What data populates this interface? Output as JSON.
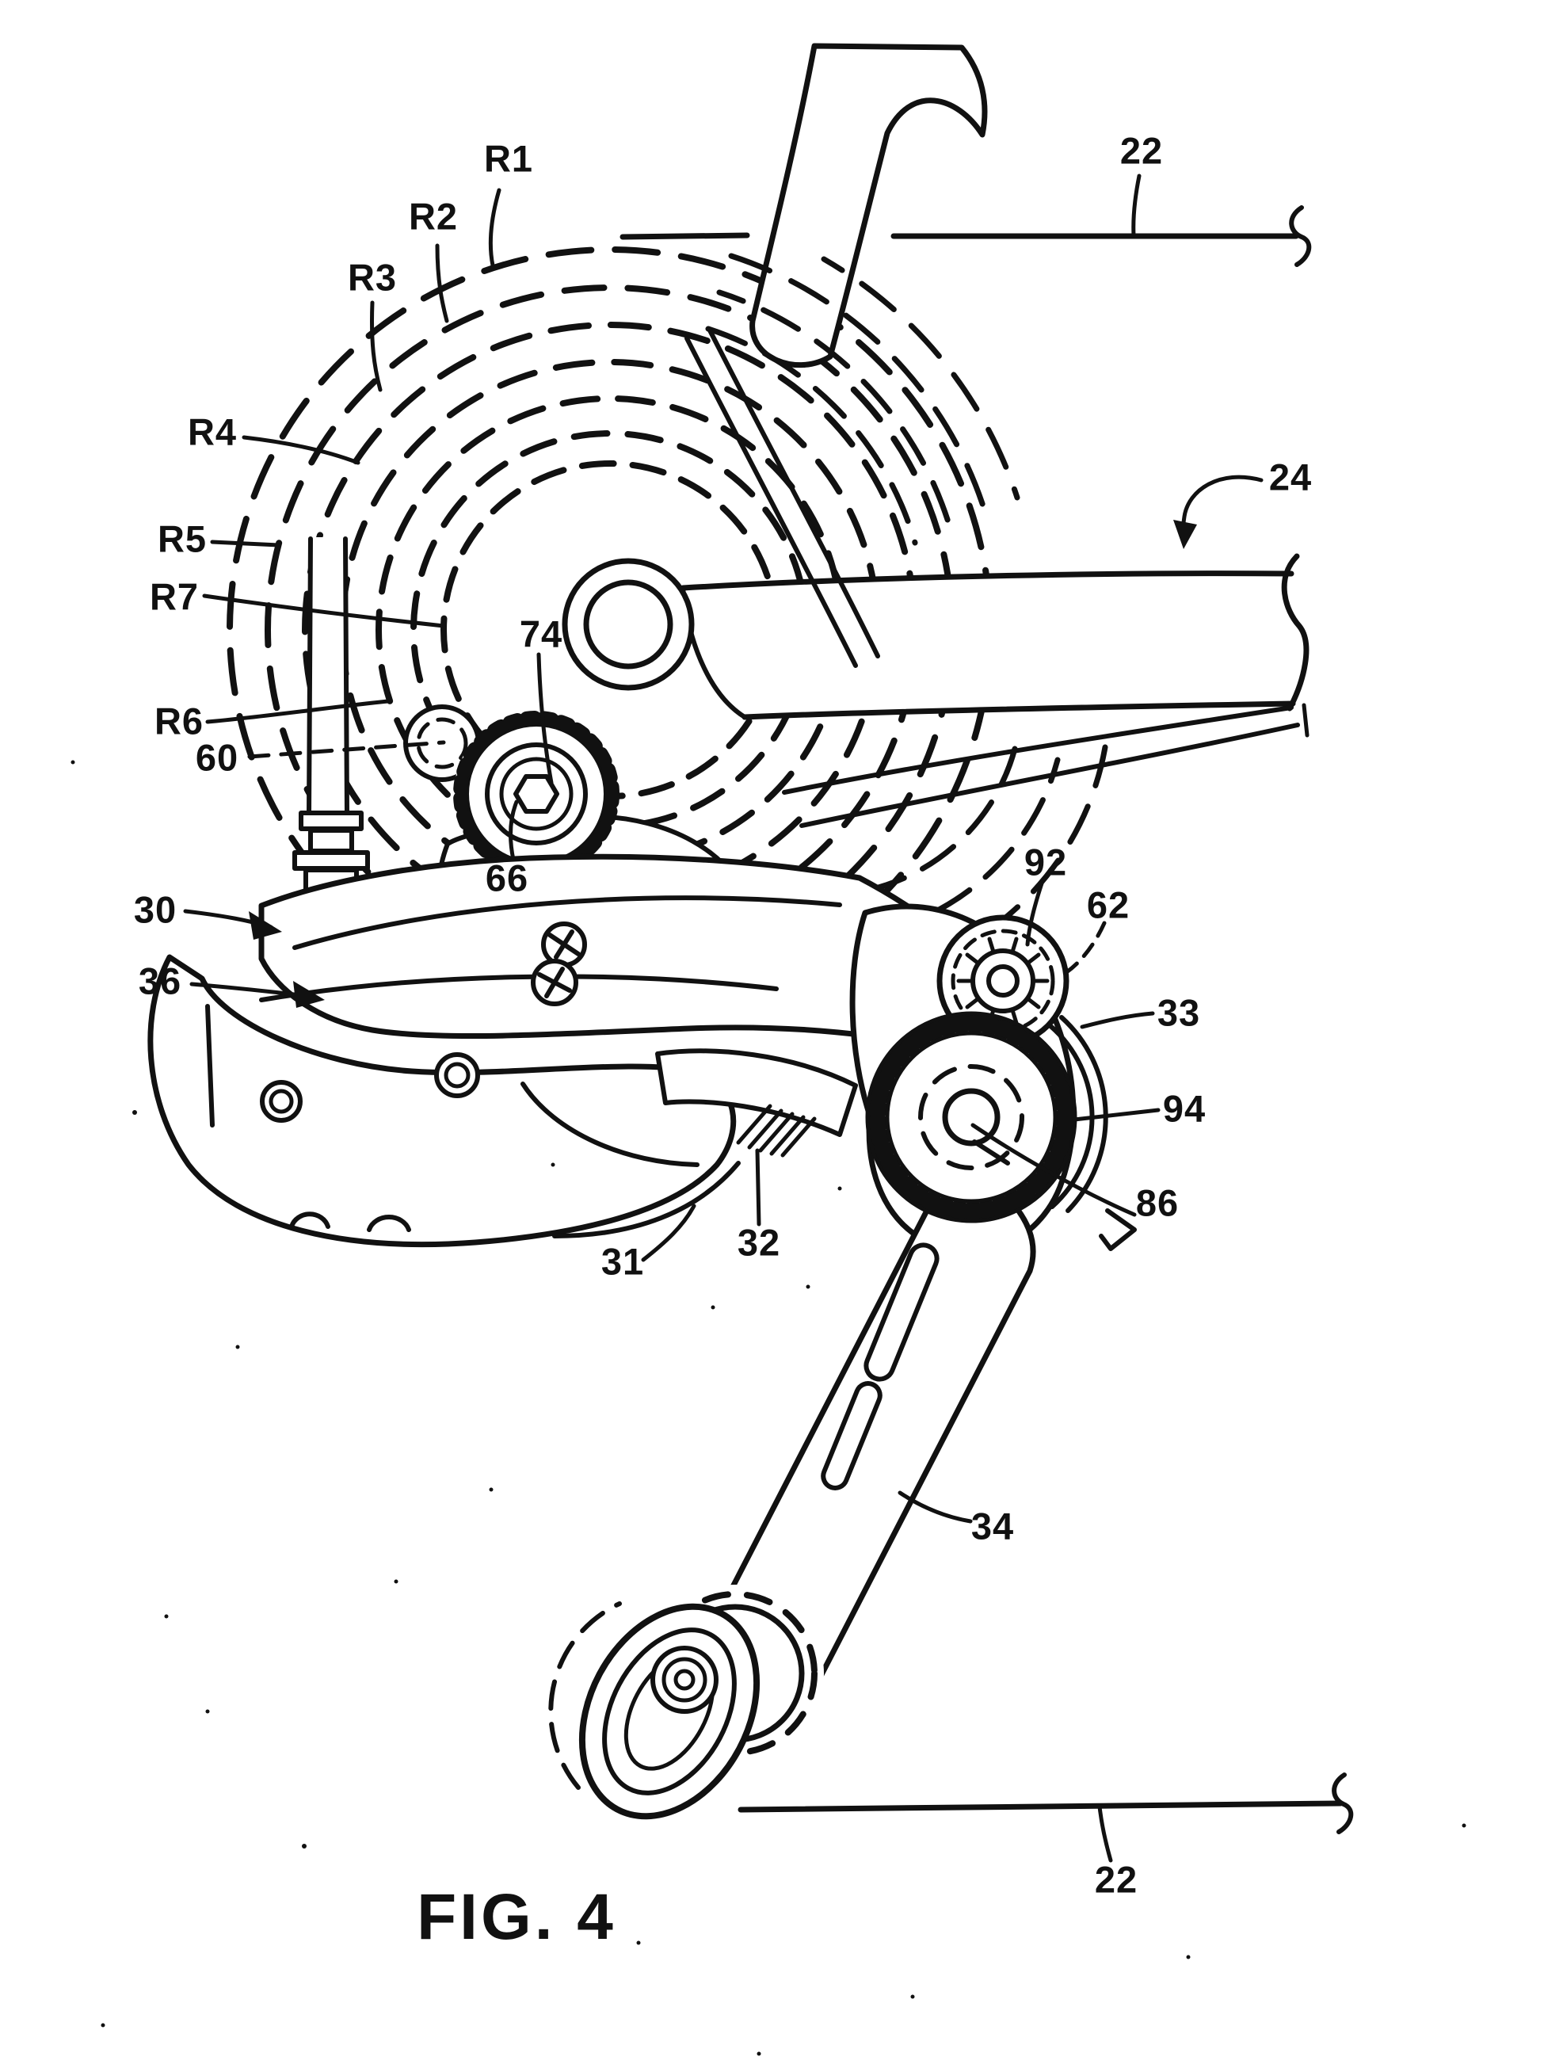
{
  "figure": {
    "type": "patent-line-drawing",
    "caption": "FIG. 4",
    "ink_color": "#111111",
    "background_color": "#ffffff",
    "labels": {
      "r1": "R1",
      "r2": "R2",
      "r3": "R3",
      "r4": "R4",
      "r5": "R5",
      "r6": "R6",
      "r7": "R7",
      "n22_top": "22",
      "n22_bottom": "22",
      "n24": "24",
      "n30": "30",
      "n31": "31",
      "n32": "32",
      "n33": "33",
      "n34": "34",
      "n36": "36",
      "n60": "60",
      "n62": "62",
      "n66": "66",
      "n74": "74",
      "n86": "86",
      "n92": "92",
      "n94": "94"
    }
  }
}
